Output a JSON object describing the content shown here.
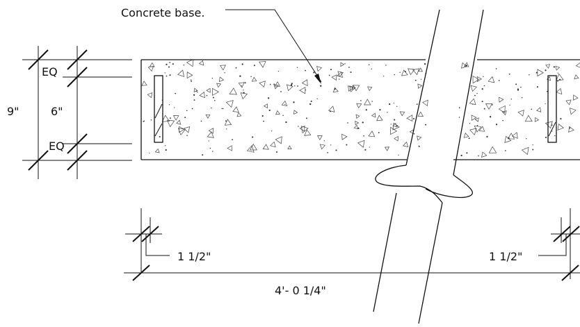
{
  "labels": {
    "callout": "Concrete base.",
    "overall_width": "4'- 0 1/4\"",
    "edge_left": "1 1/2\"",
    "edge_right": "1 1/2\"",
    "height_total": "9\"",
    "height_inner": "6\"",
    "eq_top": "EQ",
    "eq_bottom": "EQ"
  },
  "colors": {
    "line": "#111111",
    "background": "#ffffff"
  }
}
